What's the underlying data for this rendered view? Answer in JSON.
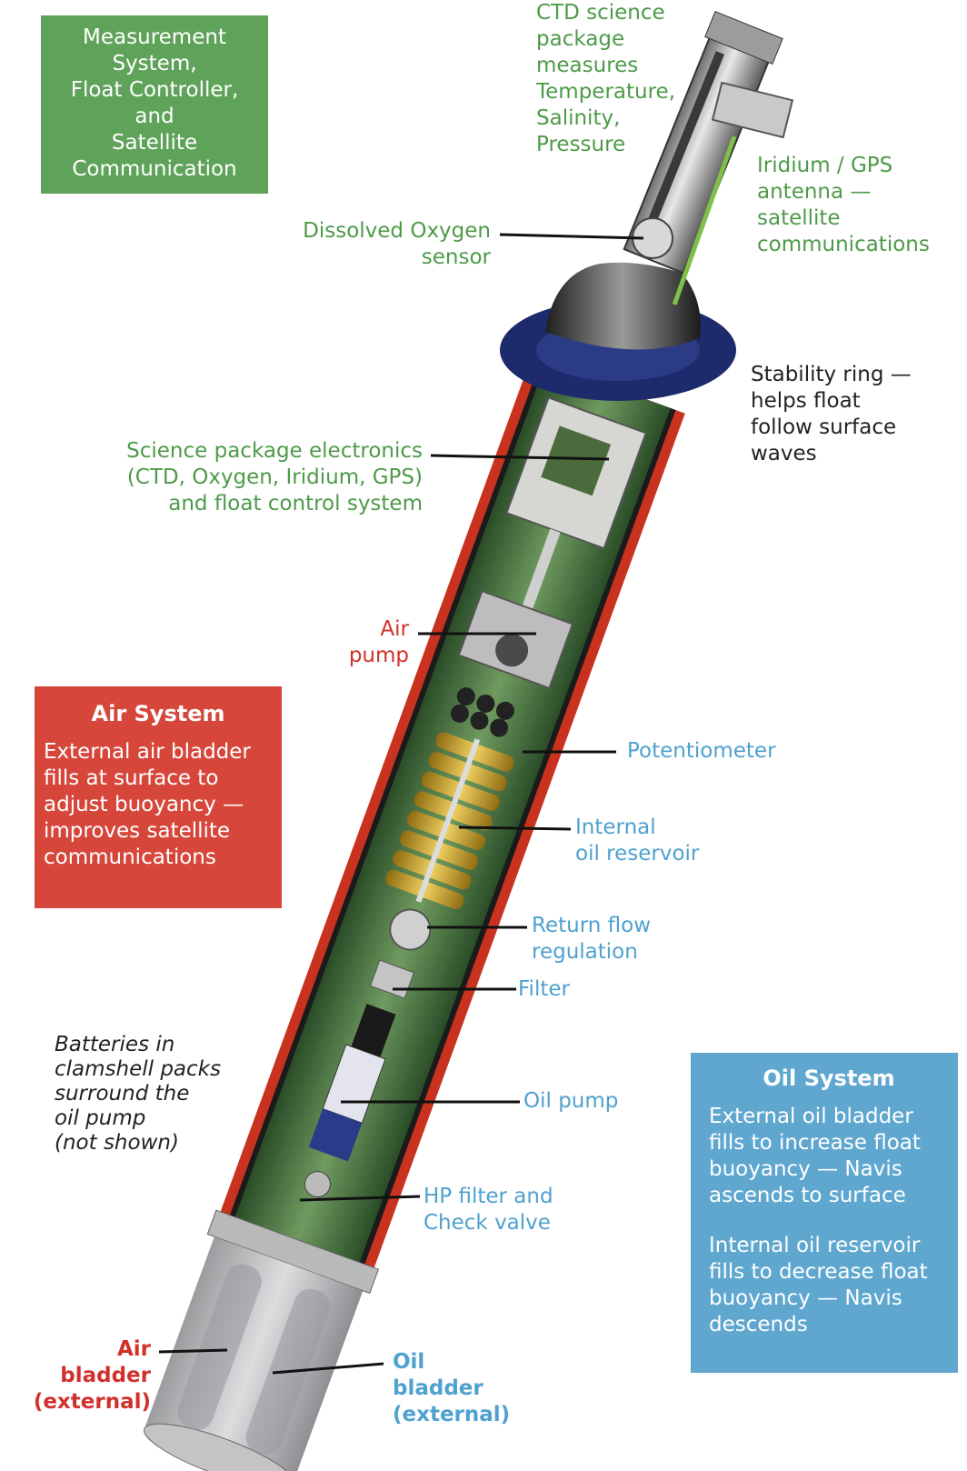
{
  "boxes": {
    "measurement": {
      "text": "Measurement\nSystem,\nFloat Controller,\nand\nSatellite\nCommunication"
    },
    "air": {
      "title": "Air System",
      "text": "External air bladder\nfills at surface to\nadjust buoyancy —\nimproves satellite\ncommunications"
    },
    "oil": {
      "title": "Oil System",
      "text1": "External oil bladder\nfills to increase float\nbuoyancy — Navis\nascends to surface",
      "text2": "Internal oil reservoir\nfills to decrease float\nbuoyancy — Navis\ndescends"
    }
  },
  "labels": {
    "ctd": "CTD science\npackage\nmeasures\nTemperature,\nSalinity,\nPressure",
    "iridium": "Iridium / GPS\nantenna —\nsatellite\ncommunications",
    "oxygen": "Dissolved Oxygen\nsensor",
    "stability": "Stability ring —\nhelps float\nfollow surface\nwaves",
    "electronics": "Science package electronics\n(CTD, Oxygen, Iridium, GPS)\nand float control system",
    "air_pump": "Air\npump",
    "potentiometer": "Potentiometer",
    "reservoir": "Internal\noil reservoir",
    "return_flow": "Return flow\nregulation",
    "filter": "Filter",
    "batteries": "Batteries in\nclamshell packs\nsurround the\noil pump\n(not shown)",
    "oil_pump": "Oil pump",
    "hp_filter": "HP filter and\nCheck valve",
    "air_bladder": "Air\nbladder\n(external)",
    "oil_bladder": "Oil\nbladder\n(external)"
  },
  "colors": {
    "measurement": "#5fa35a",
    "air": "#d6463b",
    "oil": "#5fa7cf",
    "tube_red": "#c8321f",
    "tube_green": "#2f5a2c",
    "ring": "#1d2a6b"
  }
}
